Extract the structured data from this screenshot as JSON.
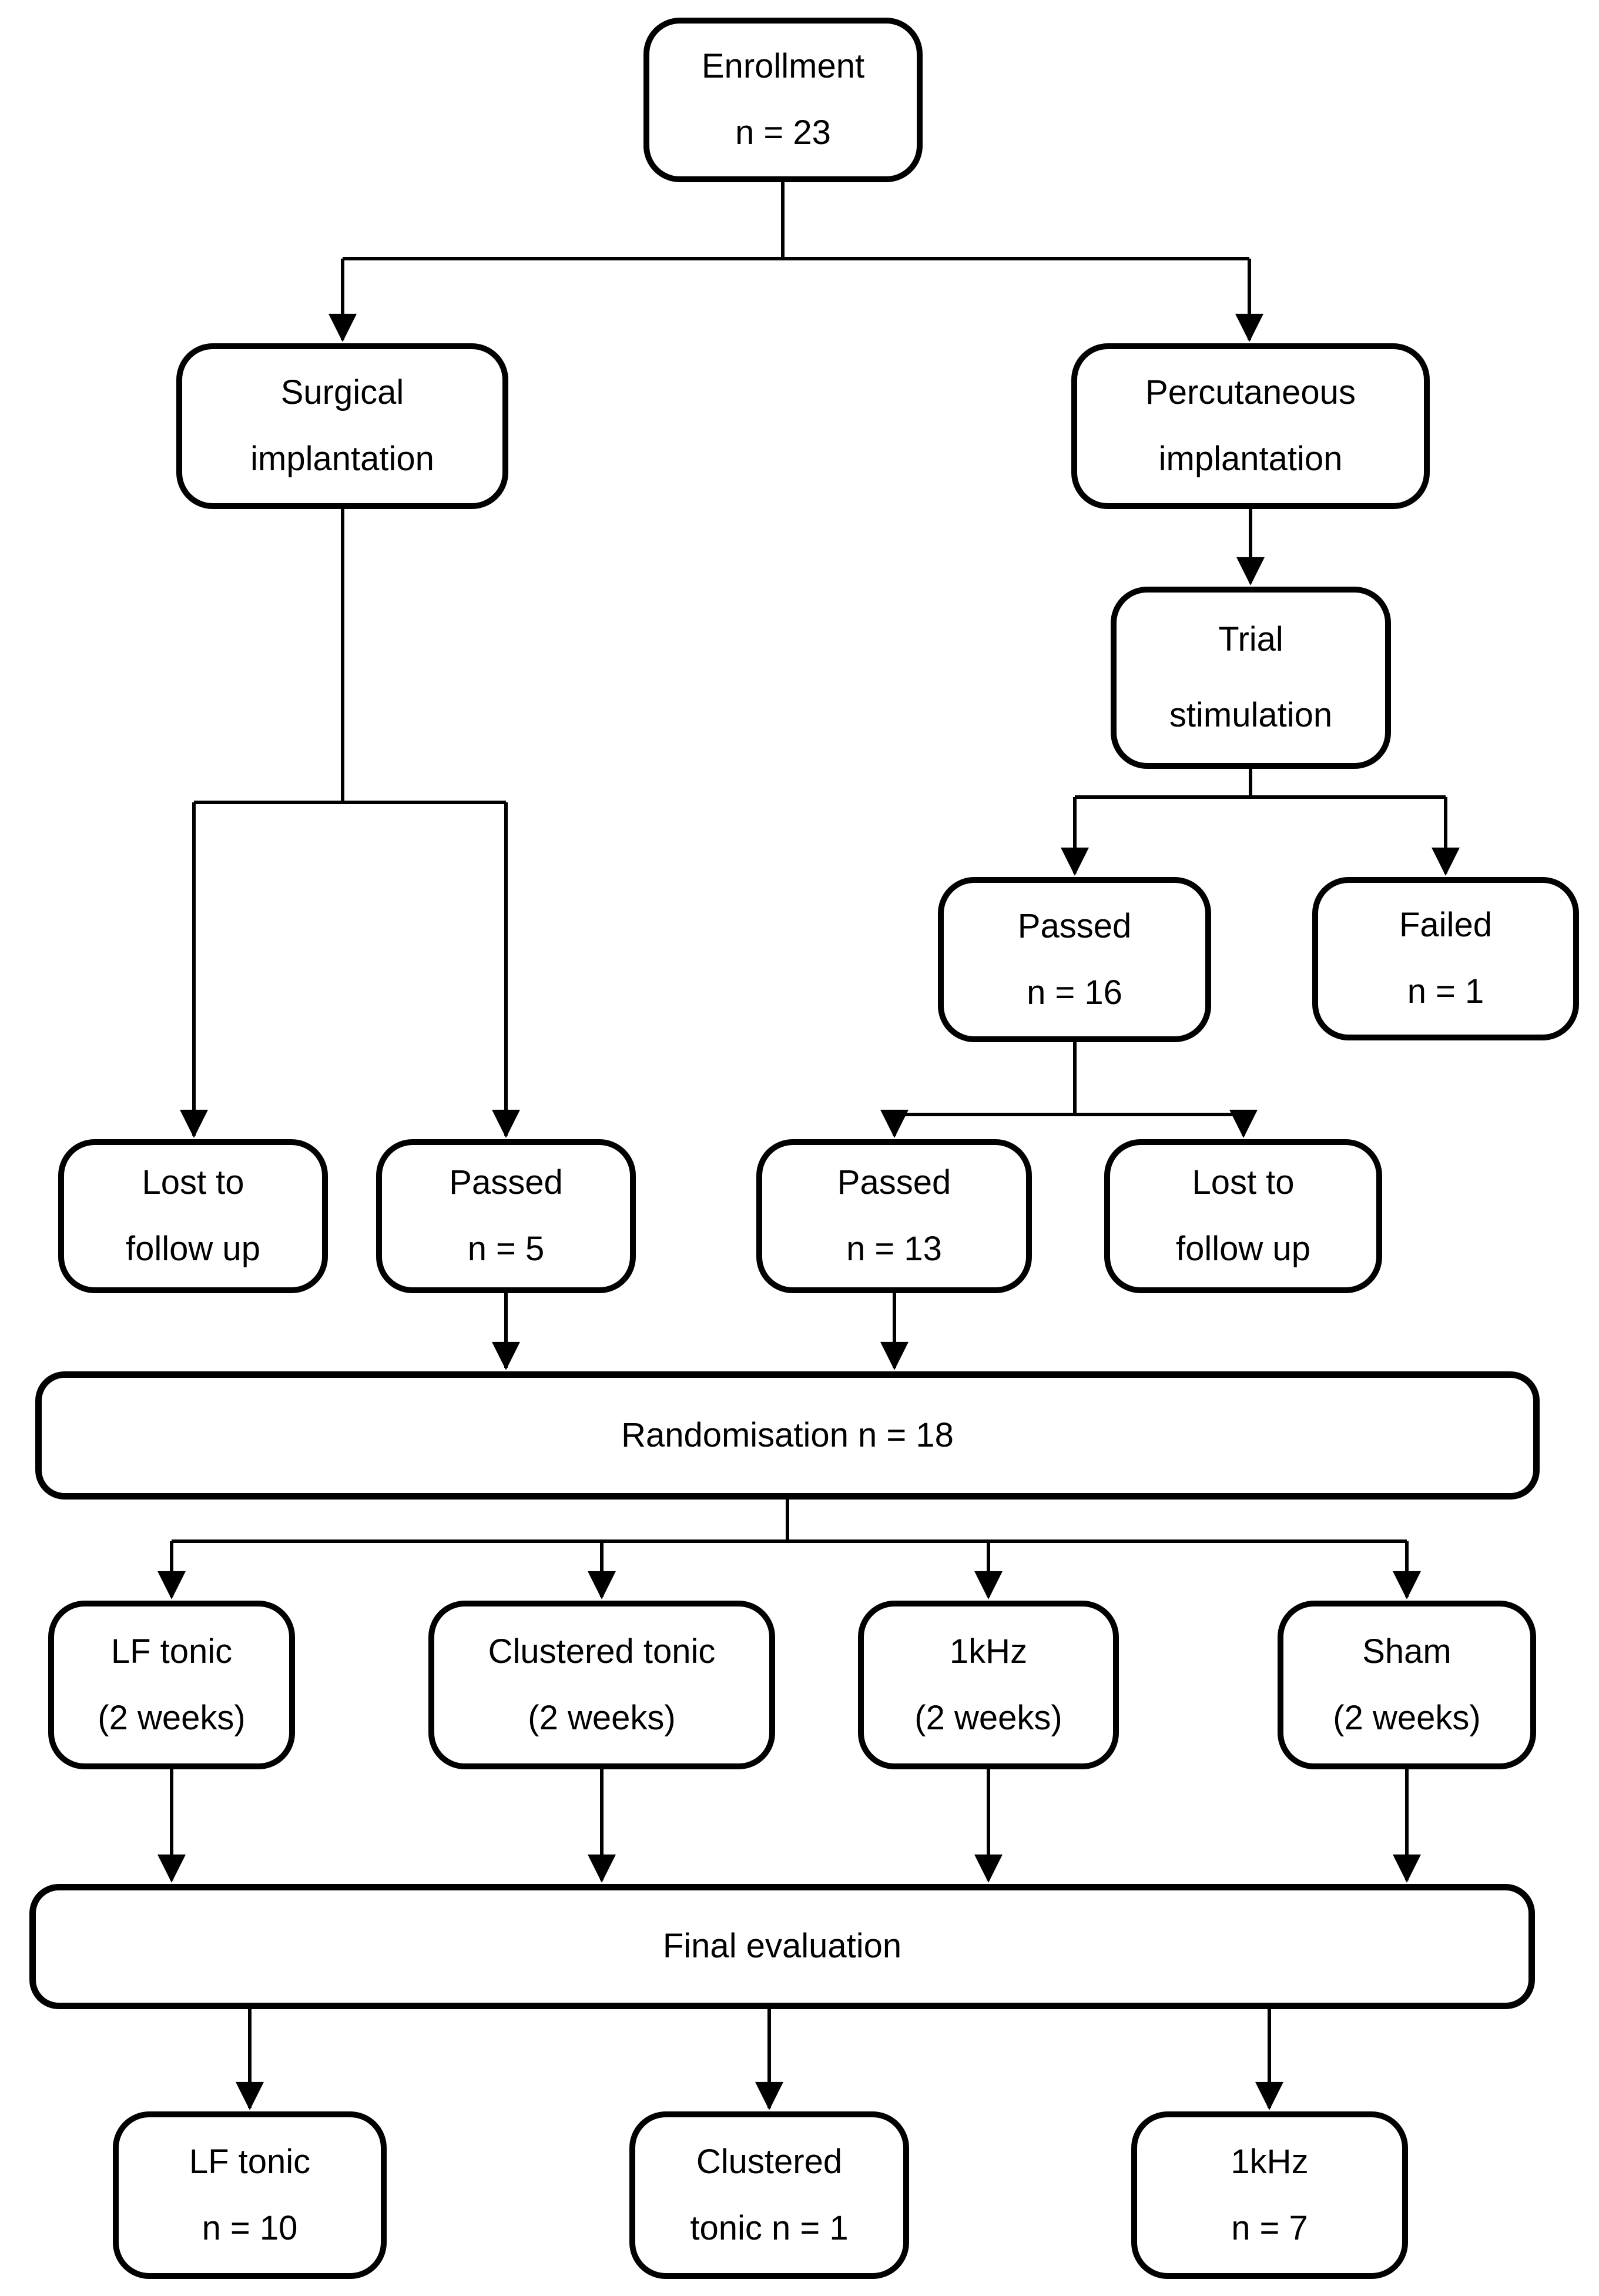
{
  "figure": {
    "type": "flowchart",
    "colors": {
      "background": "#ffffff",
      "line": "#000000",
      "text": "#000000",
      "node_fill": "#ffffff"
    }
  },
  "nodes": {
    "enrollment": {
      "line1": "Enrollment",
      "line2": "n = 23"
    },
    "surgical": {
      "line1": "Surgical",
      "line2": "implantation"
    },
    "percutaneous": {
      "line1": "Percutaneous",
      "line2": "implantation"
    },
    "trial_stimulation": {
      "line1": "Trial",
      "line2": "stimulation"
    },
    "passed_16": {
      "line1": "Passed",
      "line2": "n = 16"
    },
    "failed_1": {
      "line1": "Failed",
      "line2": "n = 1"
    },
    "lost_left": {
      "line1": "Lost to",
      "line2": "follow up"
    },
    "passed_5": {
      "line1": "Passed",
      "line2": "n = 5"
    },
    "passed_13": {
      "line1": "Passed",
      "line2": "n = 13"
    },
    "lost_right": {
      "line1": "Lost to",
      "line2": "follow up"
    },
    "randomisation": {
      "line1": "Randomisation n = 18"
    },
    "lf_tonic": {
      "line1": "LF tonic",
      "line2": "(2 weeks)"
    },
    "clustered_tonic": {
      "line1": "Clustered tonic",
      "line2": "(2 weeks)"
    },
    "one_khz": {
      "line1": "1kHz",
      "line2": "(2 weeks)"
    },
    "sham": {
      "line1": "Sham",
      "line2": "(2 weeks)"
    },
    "final_evaluation": {
      "line1": "Final evaluation"
    },
    "lf_tonic_final": {
      "line1": "LF tonic",
      "line2": "n = 10"
    },
    "clustered_final": {
      "line1": "Clustered",
      "line2": "tonic n = 1"
    },
    "one_khz_final": {
      "line1": "1kHz",
      "line2": "n = 7"
    }
  },
  "edges": [
    {
      "from": "enrollment",
      "to": "surgical"
    },
    {
      "from": "enrollment",
      "to": "percutaneous"
    },
    {
      "from": "percutaneous",
      "to": "trial_stimulation"
    },
    {
      "from": "trial_stimulation",
      "to": "passed_16"
    },
    {
      "from": "trial_stimulation",
      "to": "failed_1"
    },
    {
      "from": "passed_16",
      "to": "passed_13"
    },
    {
      "from": "passed_16",
      "to": "lost_right"
    },
    {
      "from": "surgical",
      "to": "lost_left"
    },
    {
      "from": "surgical",
      "to": "passed_5"
    },
    {
      "from": "passed_5",
      "to": "randomisation"
    },
    {
      "from": "passed_13",
      "to": "randomisation"
    },
    {
      "from": "randomisation",
      "to": "lf_tonic"
    },
    {
      "from": "randomisation",
      "to": "clustered_tonic"
    },
    {
      "from": "randomisation",
      "to": "one_khz"
    },
    {
      "from": "randomisation",
      "to": "sham"
    },
    {
      "from": "lf_tonic",
      "to": "final_evaluation"
    },
    {
      "from": "clustered_tonic",
      "to": "final_evaluation"
    },
    {
      "from": "one_khz",
      "to": "final_evaluation"
    },
    {
      "from": "sham",
      "to": "final_evaluation"
    },
    {
      "from": "final_evaluation",
      "to": "lf_tonic_final"
    },
    {
      "from": "final_evaluation",
      "to": "clustered_final"
    },
    {
      "from": "final_evaluation",
      "to": "one_khz_final"
    }
  ]
}
